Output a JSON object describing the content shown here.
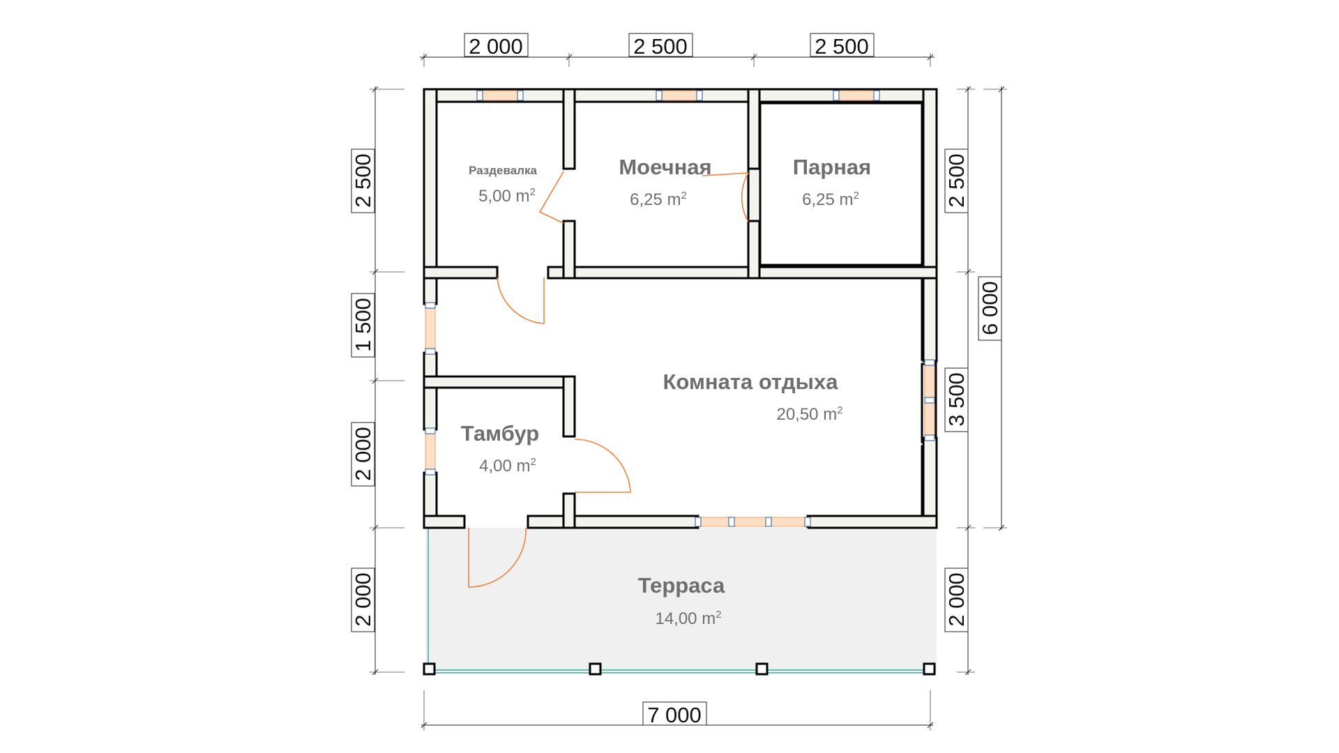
{
  "dimensions": {
    "top": [
      "2 000",
      "2 500",
      "2 500"
    ],
    "left": [
      "2 500",
      "1 500",
      "2 000",
      "2 000"
    ],
    "right_inner": [
      "2 500",
      "3 500",
      "2 000"
    ],
    "right_total": "6 000",
    "bottom": "7 000"
  },
  "rooms": [
    {
      "name": "Раздевалка",
      "area": "5,00 m"
    },
    {
      "name": "Моечная",
      "area": "6,25 m"
    },
    {
      "name": "Парная",
      "area": "6,25 m"
    },
    {
      "name": "Комната отдыха",
      "area": "20,50 m"
    },
    {
      "name": "Тамбур",
      "area": "4,00 m"
    },
    {
      "name": "Терраса",
      "area": "14,00 m"
    }
  ],
  "area_unit_superscript": "2",
  "colors": {
    "wall_fill": "#f4f4ef",
    "wall_outline": "#000000",
    "terrace_fill": "#f0f0f0",
    "door_swing": "#f08040",
    "railing": "#3aa6a0",
    "label": "#6e6e6e"
  }
}
